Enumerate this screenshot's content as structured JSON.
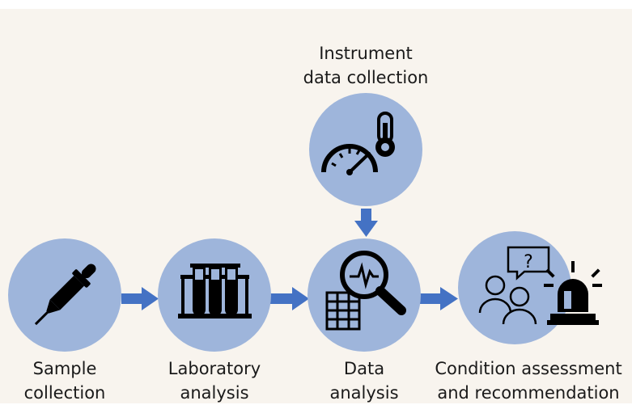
{
  "colors": {
    "background": "#f8f4ee",
    "node_fill": "#9eb5db",
    "arrow": "#4472c4",
    "icon": "#000000"
  },
  "nodes": [
    {
      "id": "sample-collection",
      "icon": "dropper-icon",
      "label_line1": "Sample",
      "label_line2": "collection"
    },
    {
      "id": "laboratory-analysis",
      "icon": "test-tubes-icon",
      "label_line1": "Laboratory",
      "label_line2": "analysis"
    },
    {
      "id": "data-analysis",
      "icon": "magnifier-table-icon",
      "label_line1": "Data",
      "label_line2": "analysis"
    },
    {
      "id": "condition-assessment",
      "icon": "meeting-alarm-icon",
      "label_line1": "Condition assessment",
      "label_line2": "and recommendation"
    },
    {
      "id": "instrument-data-collection",
      "icon": "gauge-thermometer-icon",
      "label_line1": "Instrument",
      "label_line2": "data collection"
    }
  ]
}
